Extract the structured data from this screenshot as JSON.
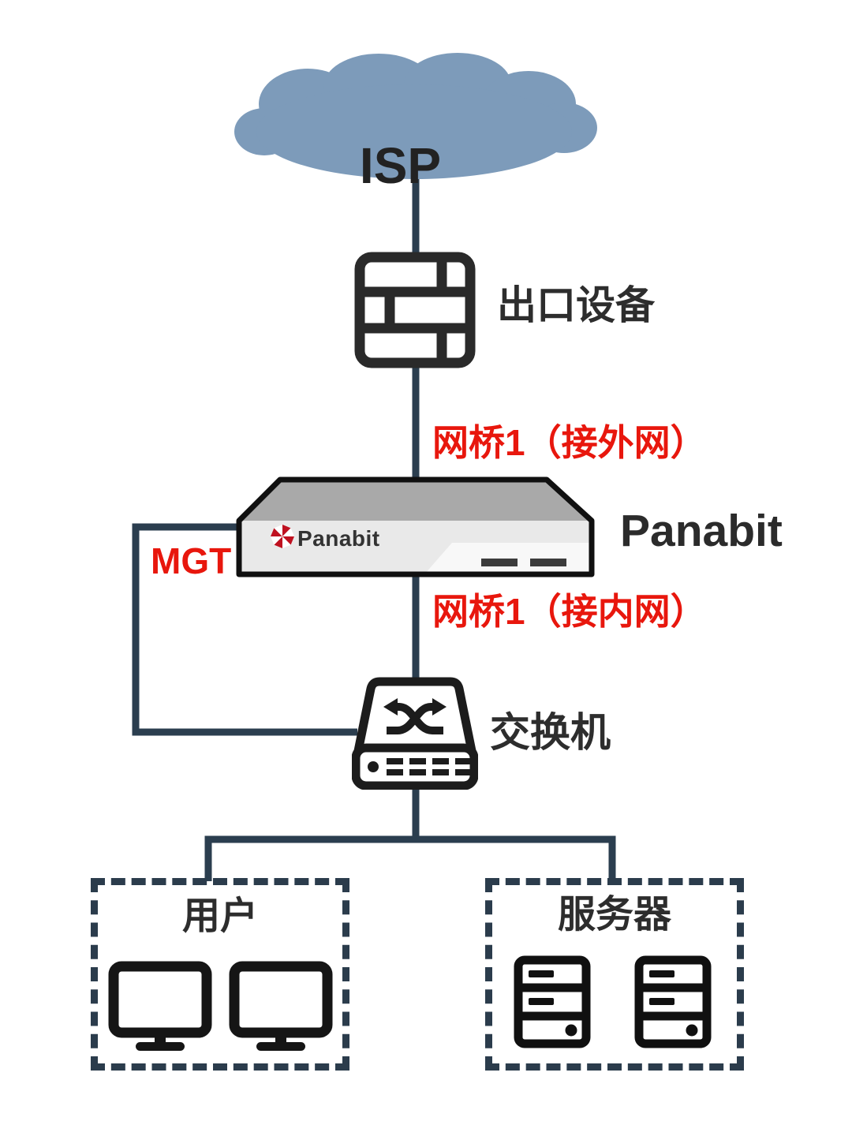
{
  "nodes": {
    "isp": {
      "label": "ISP"
    },
    "egress": {
      "label": "出口设备"
    },
    "panabit": {
      "label": "Panabit",
      "logo_text": "Panabit"
    },
    "switch": {
      "label": "交换机"
    },
    "users": {
      "label": "用户"
    },
    "servers": {
      "label": "服务器"
    }
  },
  "links": {
    "wan_bridge": {
      "label": "网桥1（接外网）"
    },
    "lan_bridge": {
      "label": "网桥1（接内网）"
    },
    "mgt": {
      "label": "MGT"
    }
  },
  "colors": {
    "cloud_fill": "#7d9bba",
    "connector": "#2b3e4f",
    "label_dark": "#2d2d2d",
    "label_red": "#e8170d",
    "icon_stroke": "#222222",
    "device_top_face": "#a9a9a9",
    "device_front_face": "#e9e9e9",
    "panabit_logo_red": "#bf1120"
  }
}
